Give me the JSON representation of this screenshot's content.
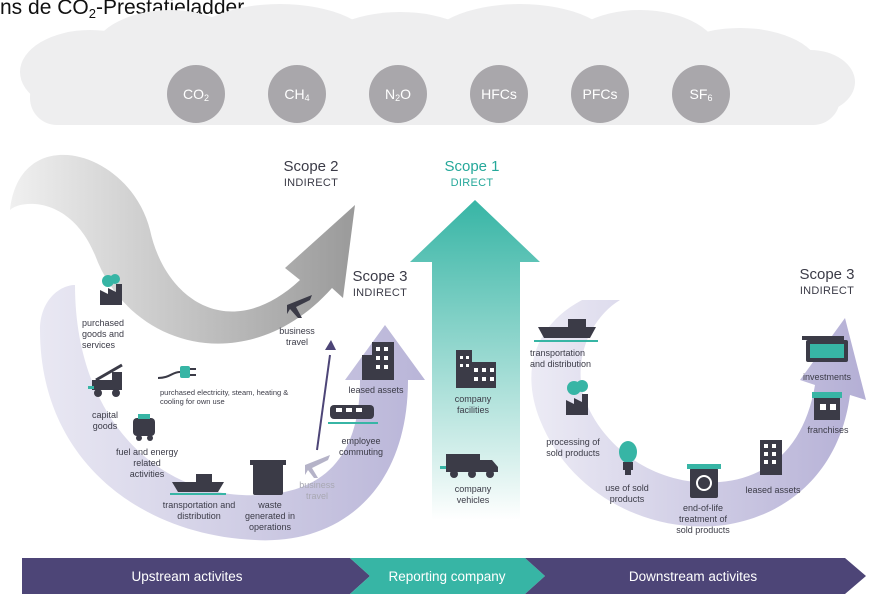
{
  "heading": {
    "prefix": "ns de CO",
    "sub": "2",
    "suffix": "-Prestatieladder."
  },
  "gases": [
    {
      "base": "CO",
      "sub": "2"
    },
    {
      "base": "CH",
      "sub": "4"
    },
    {
      "base": "N",
      "sub": "2",
      "tail": "O"
    },
    {
      "base": "HFCs",
      "sub": ""
    },
    {
      "base": "PFCs",
      "sub": ""
    },
    {
      "base": "SF",
      "sub": "6"
    }
  ],
  "scopes": {
    "scope2": {
      "title": "Scope 2",
      "kind": "INDIRECT"
    },
    "scope1": {
      "title": "Scope 1",
      "kind": "DIRECT"
    },
    "scope3_up": {
      "title": "Scope 3",
      "kind": "INDIRECT"
    },
    "scope3_down": {
      "title": "Scope 3",
      "kind": "INDIRECT"
    }
  },
  "upstream_items": {
    "purchased_goods": "purchased goods and services",
    "capital_goods": "capital goods",
    "fuel_energy": "fuel and energy related activities",
    "transportation": "transportation and distribution",
    "waste": "waste generated in operations",
    "business_travel_light": "business travel",
    "employee_commuting": "employee commuting",
    "leased_assets": "leased assets",
    "business_travel": "business travel",
    "purchased_electricity": "purchased electricity, steam, heating & cooling for own use"
  },
  "direct_items": {
    "company_facilities": "company facilities",
    "company_vehicles": "company vehicles"
  },
  "downstream_items": {
    "transportation": "transportation and distribution",
    "processing": "processing of sold products",
    "use": "use of sold products",
    "end_of_life": "end-of-life treatment of sold products",
    "leased_assets": "leased assets",
    "franchises": "franchises",
    "investments": "investments"
  },
  "bar": {
    "upstream": "Upstream activites",
    "reporting": "Reporting company",
    "downstream": "Downstream activites"
  },
  "colors": {
    "purple": "#4d4577",
    "teal": "#37b5a5",
    "gray_arrow": "#9d9d9d",
    "lavender": "#c4c2de",
    "icon": "#3b3b47",
    "cloud": "#eeeeef",
    "gas_circle": "#a9a7ab"
  }
}
